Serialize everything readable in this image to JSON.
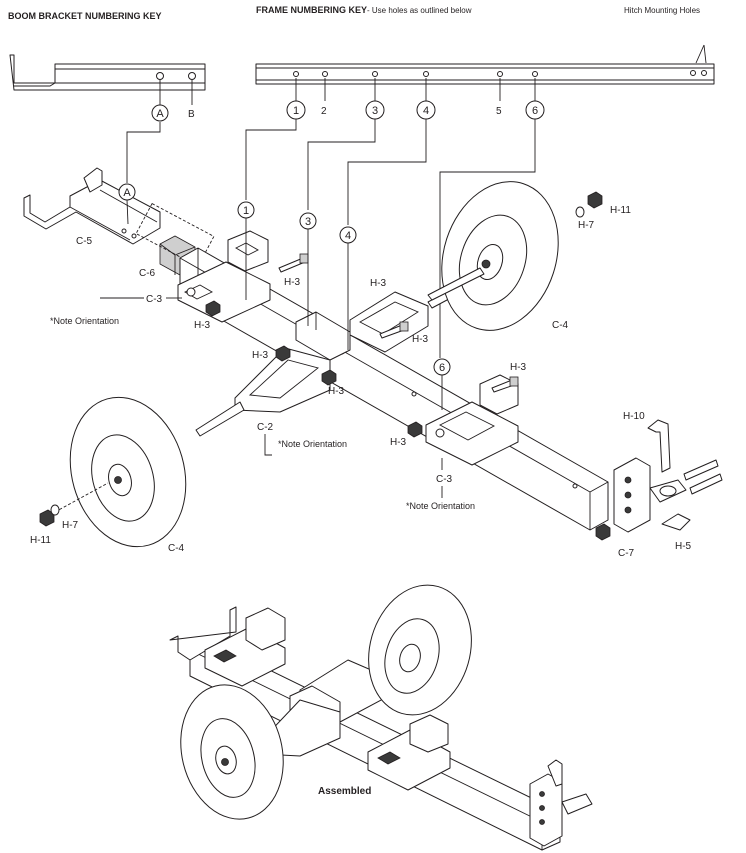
{
  "titles": {
    "boom_key": "BOOM BRACKET NUMBERING KEY",
    "frame_key": "FRAME NUMBERING KEY",
    "frame_key_sub": "- Use holes as outlined below",
    "hitch_holes": "Hitch Mounting Holes"
  },
  "boom_key_labels": {
    "a": "A",
    "b": "B"
  },
  "frame_hole_labels": [
    "1",
    "2",
    "3",
    "4",
    "5",
    "6"
  ],
  "part_labels": {
    "c5": "C-5",
    "c6": "C-6",
    "c3_left": "C-3",
    "c3_right": "C-3",
    "c2": "C-2",
    "c4_left": "C-4",
    "c4_right": "C-4",
    "c7": "C-7",
    "h3_a": "H-3",
    "h3_b": "H-3",
    "h3_c": "H-3",
    "h3_d": "H-3",
    "h3_e": "H-3",
    "h3_f": "H-3",
    "h3_g": "H-3",
    "h3_h": "H-3",
    "h7_left": "H-7",
    "h7_right": "H-7",
    "h11_left": "H-11",
    "h11_right": "H-11",
    "h10": "H-10",
    "h5": "H-5"
  },
  "callouts": {
    "a": "A",
    "n1": "1",
    "n3": "3",
    "n4": "4",
    "n6": "6"
  },
  "notes": {
    "note1": "*Note Orientation",
    "note2": "*Note Orientation",
    "note3": "*Note Orientation"
  },
  "assembled_label": "Assembled"
}
